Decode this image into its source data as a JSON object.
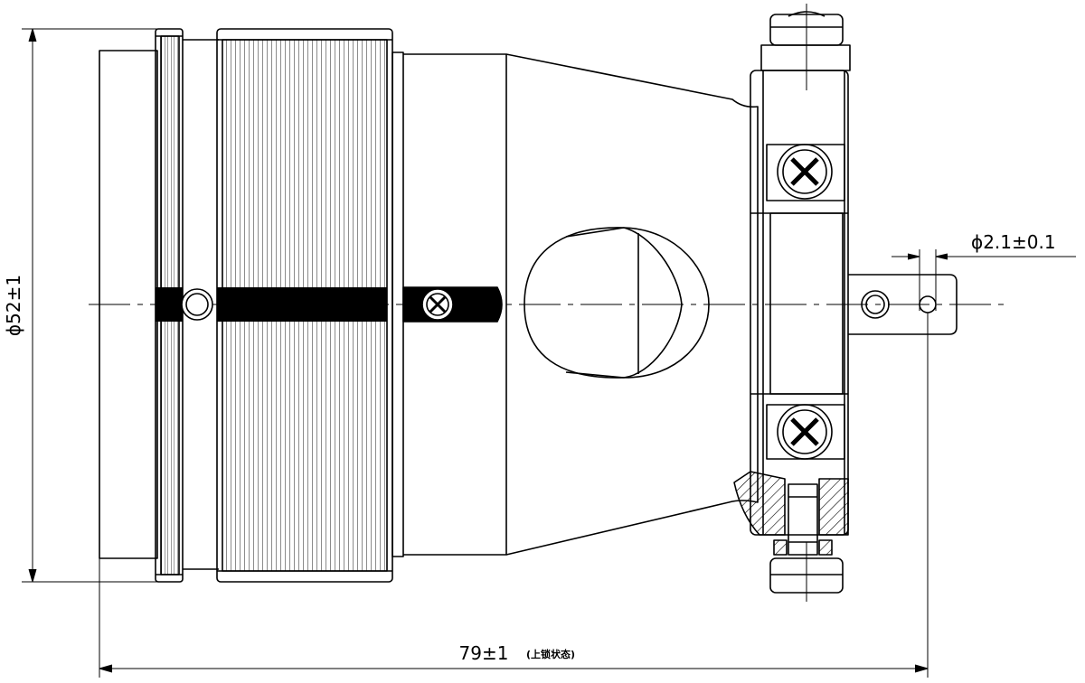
{
  "drawing": {
    "dimensions": {
      "diameter_overall": "ϕ52±1",
      "pin_hole": "ϕ2.1±0.1",
      "length_value": "79±1",
      "length_note": "(上锁状态)"
    },
    "colors": {
      "line": "#000000",
      "background": "#ffffff"
    }
  }
}
